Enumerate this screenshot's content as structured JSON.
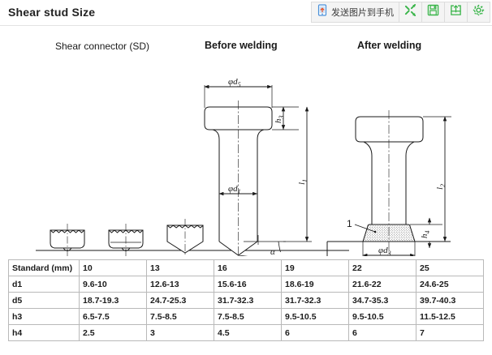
{
  "header": {
    "title": "Shear stud Size",
    "toolbar": {
      "send_to_phone_label": "发送图片到手机",
      "buttons": [
        {
          "name": "send-to-phone",
          "label": "发送图片到手机",
          "icon": "phone-upload-icon"
        },
        {
          "name": "shuffle",
          "label": "",
          "icon": "shuffle-icon"
        },
        {
          "name": "save",
          "label": "",
          "icon": "save-icon"
        },
        {
          "name": "share",
          "label": "",
          "icon": "share-icon"
        },
        {
          "name": "settings",
          "label": "",
          "icon": "gear-icon"
        }
      ],
      "accent_green": "#3ab54a",
      "phone_blue": "#4a90d9",
      "phone_arrow_red": "#e8552d"
    }
  },
  "drawing": {
    "headings": {
      "shear_connector": "Shear connector (SD)",
      "before_welding": "Before welding",
      "after_welding": "After welding"
    },
    "before_welding_labels": {
      "head_diameter": "φd",
      "head_diameter_sub": "5",
      "shank_diameter": "φd",
      "shank_diameter_sub": "1",
      "head_height": "h",
      "head_height_sub": "3",
      "total_length": "l",
      "total_length_sub": "1",
      "angle": "α"
    },
    "after_welding_labels": {
      "weld_callout": "1",
      "weld_diameter": "φd",
      "weld_diameter_sub": "3",
      "weld_height": "h",
      "weld_height_sub": "4",
      "total_length": "l",
      "total_length_sub": "2"
    },
    "line_color": "#1a1a1a"
  },
  "table": {
    "rows": [
      {
        "label": "Standard (mm)",
        "values": [
          "10",
          "13",
          "16",
          "19",
          "22",
          "25"
        ]
      },
      {
        "label": "d1",
        "values": [
          "9.6-10",
          "12.6-13",
          "15.6-16",
          "18.6-19",
          "21.6-22",
          "24.6-25"
        ]
      },
      {
        "label": "d5",
        "values": [
          "18.7-19.3",
          "24.7-25.3",
          "31.7-32.3",
          "31.7-32.3",
          "34.7-35.3",
          "39.7-40.3"
        ]
      },
      {
        "label": "h3",
        "values": [
          "6.5-7.5",
          "7.5-8.5",
          "7.5-8.5",
          "9.5-10.5",
          "9.5-10.5",
          "11.5-12.5"
        ]
      },
      {
        "label": "h4",
        "values": [
          "2.5",
          "3",
          "4.5",
          "6",
          "6",
          "7"
        ]
      }
    ]
  }
}
